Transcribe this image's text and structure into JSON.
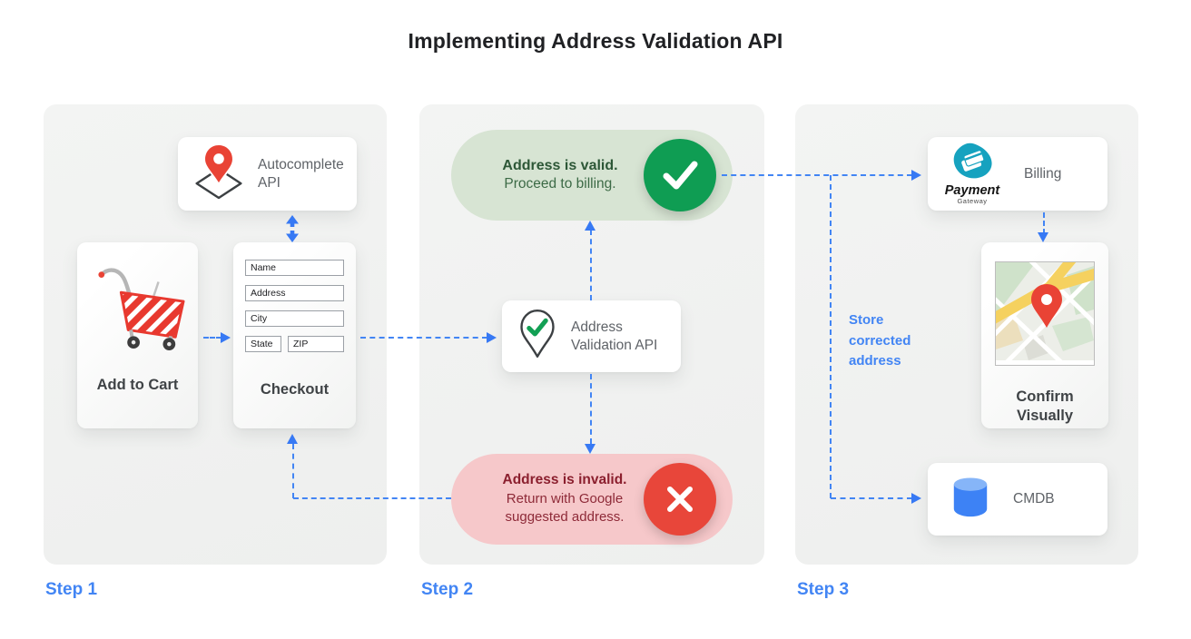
{
  "title": "Implementing Address Validation API",
  "colors": {
    "arrow_blue": "#4285f4",
    "step_label_blue": "#4285f4",
    "valid_green": "#0f9d53",
    "valid_pill_bg": "#d7e4d3",
    "invalid_red": "#e8463a",
    "invalid_pill_bg": "#f6c8ca",
    "pin_red": "#ea4335",
    "payment_teal": "#16a2bf",
    "database_blue": "#3d82f5"
  },
  "step1": {
    "label": "Step 1",
    "autocomplete_card": {
      "label": "Autocomplete API"
    },
    "add_to_cart_card": {
      "label": "Add to Cart"
    },
    "checkout_card": {
      "label": "Checkout",
      "fields": [
        "Name",
        "Address",
        "City",
        "State",
        "ZIP"
      ]
    }
  },
  "step2": {
    "label": "Step 2",
    "valid_pill": {
      "title": "Address is valid.",
      "subtitle": "Proceed to billing."
    },
    "validation_card": {
      "label": "Address Validation API"
    },
    "invalid_pill": {
      "title": "Address is invalid.",
      "subtitle": "Return with Google suggested address."
    }
  },
  "step3": {
    "label": "Step 3",
    "billing_card": {
      "label": "Billing",
      "logo_title": "Payment",
      "logo_subtitle": "Gateway"
    },
    "confirm_card": {
      "label": "Confirm Visually"
    },
    "cmdb_card": {
      "label": "CMDB"
    },
    "store_note": "Store corrected address"
  }
}
